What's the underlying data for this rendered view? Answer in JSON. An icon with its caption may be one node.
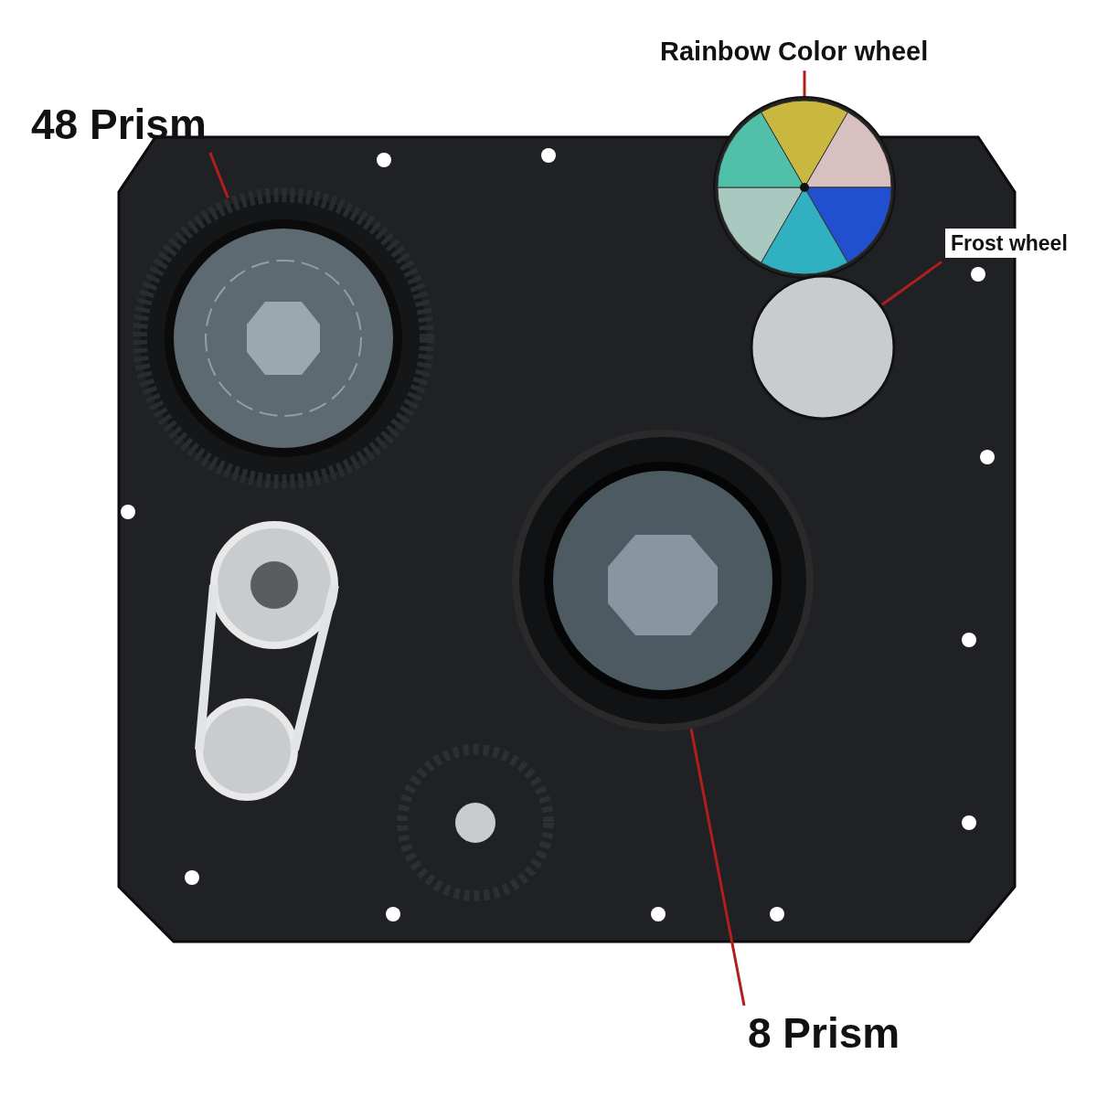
{
  "diagram": {
    "nodes": [
      {
        "text": [
          "Rainbow Color wheel"
        ]
      },
      {
        "text": [
          "48 Prism"
        ]
      },
      {
        "text": [
          "Frost wheel"
        ]
      },
      {
        "text": [],
        "shape": "picture"
      },
      {
        "text": [],
        "shape": "circle",
        "in": 3
      },
      {
        "text": [],
        "shape": "circle",
        "in": 3
      },
      {
        "text": [],
        "shape": "circle",
        "in": 3
      },
      {
        "text": [],
        "shape": "circle",
        "in": 3
      },
      {
        "text": [
          "8 Prism"
        ]
      }
    ],
    "edges": [
      {
        "from": 0,
        "to": 4,
        "arrow": "none"
      },
      {
        "from": 1,
        "to": 5,
        "arrow": "none"
      },
      {
        "from": 2,
        "to": 6,
        "arrow": "none"
      },
      {
        "from": 8,
        "to": 7,
        "arrow": "none"
      }
    ]
  }
}
